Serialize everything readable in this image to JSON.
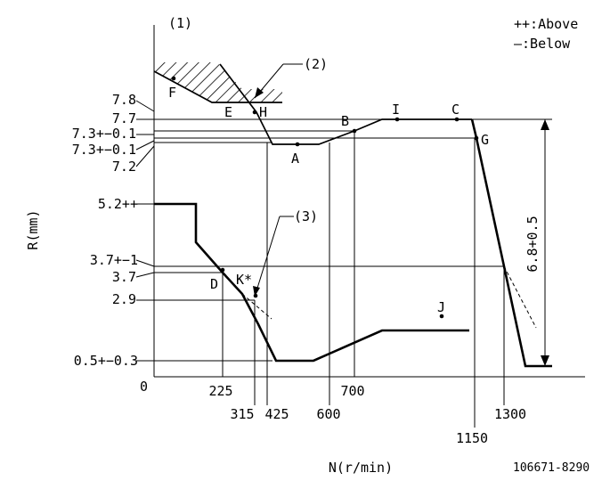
{
  "header": {
    "ref_1": "(1)",
    "legend_above": "++:Above",
    "legend_below": "—:Below"
  },
  "axes": {
    "y_label": "R(mm)",
    "x_label": "N(r/min)",
    "origin": "0"
  },
  "y_ticks": [
    "7.8",
    "7.7",
    "7.3+−0.1",
    "7.3+−0.1",
    "7.2",
    "5.2++",
    "3.7+−1",
    "3.7",
    "2.9",
    "0.5+−0.3"
  ],
  "x_ticks": [
    "225",
    "315",
    "425",
    "600",
    "700",
    "1150",
    "1300"
  ],
  "points": [
    "A",
    "B",
    "C",
    "D",
    "E",
    "F",
    "G",
    "H",
    "I",
    "J",
    "K*"
  ],
  "callouts": [
    "(2)",
    "(3)"
  ],
  "dimension": "6.8+0.5",
  "drawing_number": "106671-8290"
}
